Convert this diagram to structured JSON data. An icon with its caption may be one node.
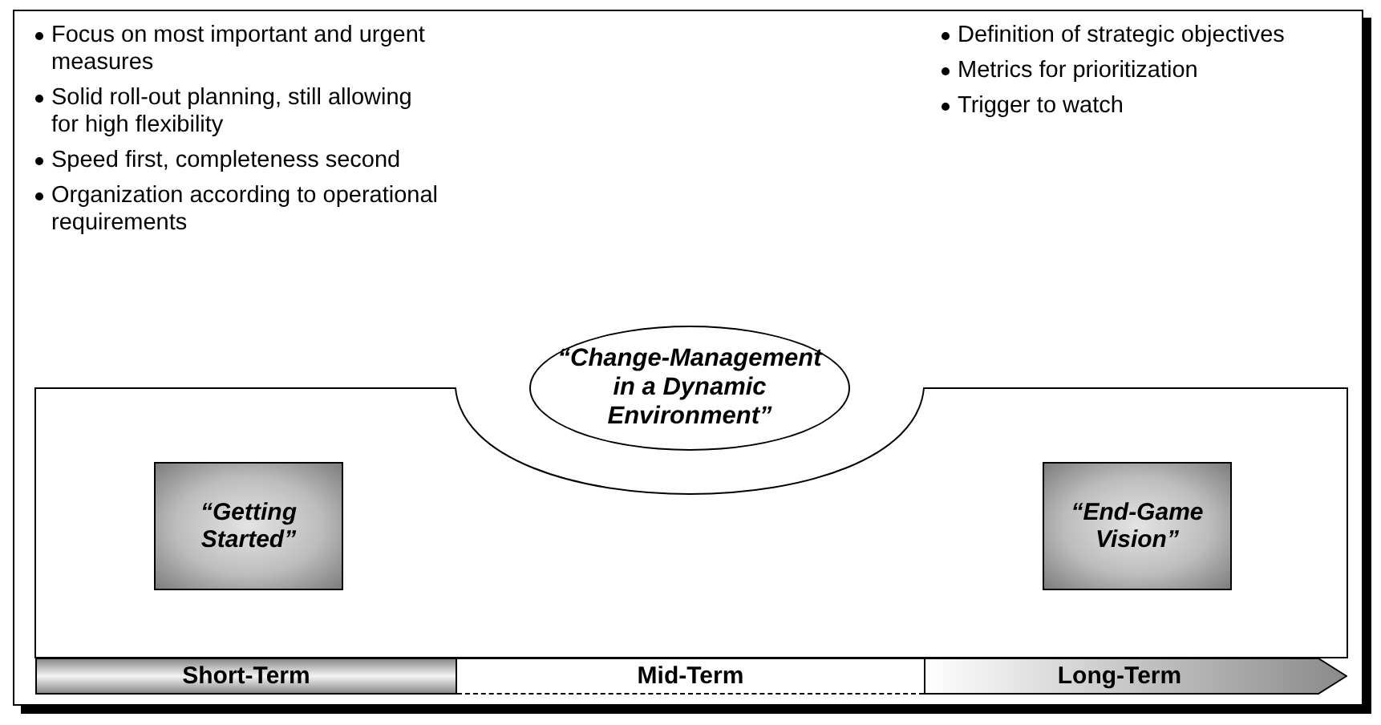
{
  "diagram": {
    "nodes": [
      {
        "text": [
          "“Change-Management in a Dynamic Environment”"
        ]
      },
      {
        "text": [
          "“Getting Started”"
        ]
      },
      {
        "text": [
          "“End-Game Vision”"
        ]
      },
      {
        "text": [
          "Short-Term"
        ]
      },
      {
        "text": [
          "Mid-Term"
        ]
      },
      {
        "text": [
          "Long-Term"
        ]
      }
    ],
    "labels": [
      "Focus on most important and urgent measures",
      "Solid roll-out planning, still allowing for high flexibility",
      "Speed first, completeness second",
      "Organization according to operational requirements",
      "Definition of strategic objectives",
      "Metrics for prioritization",
      "Trigger to watch"
    ]
  }
}
